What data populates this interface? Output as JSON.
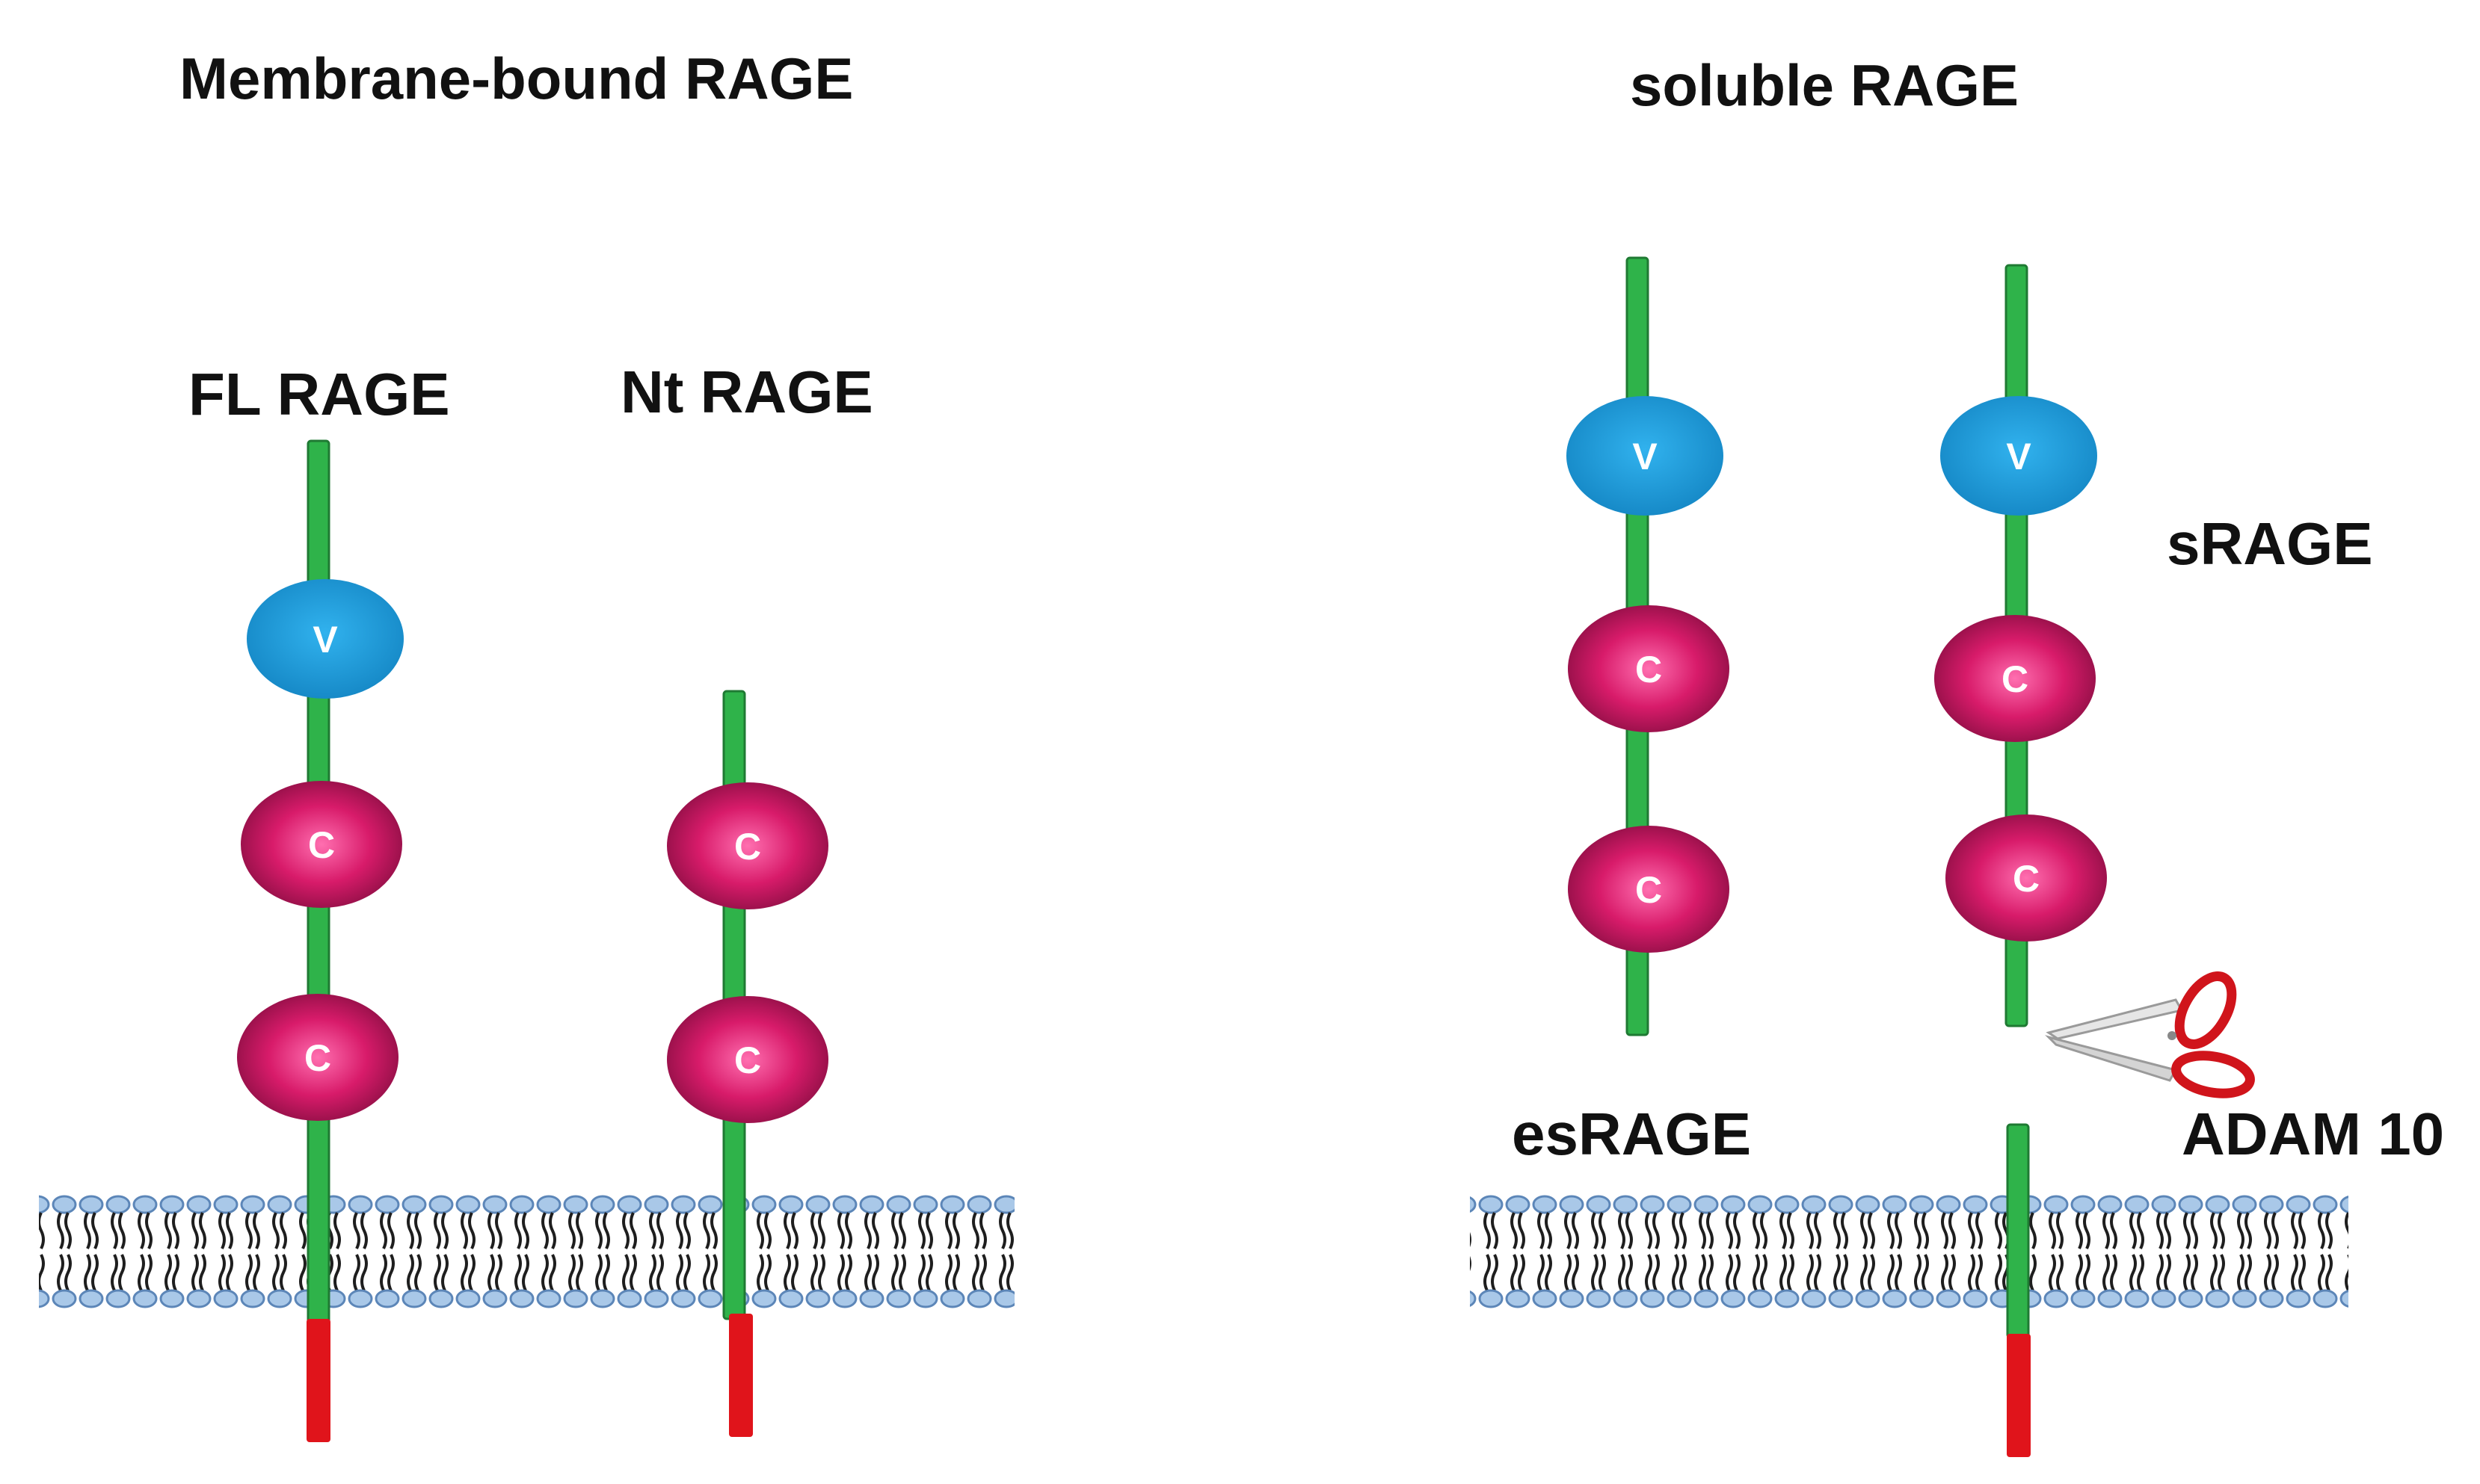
{
  "titles": {
    "membrane_bound": "Membrane-bound RAGE",
    "soluble": "soluble RAGE"
  },
  "labels": {
    "fl_rage": "FL RAGE",
    "nt_rage": "Nt RAGE",
    "srage": "sRAGE",
    "esrage": "esRAGE",
    "adam10": "ADAM 10"
  },
  "domains": {
    "v": "V",
    "c": "C"
  },
  "icons": {
    "scissors": "scissors-icon"
  },
  "colors": {
    "stalk_green": "#2fb34a",
    "cytoplasmic_red": "#e0141b",
    "v_domain_blue": "#1b9ad8",
    "c_domain_magenta": "#c2185b",
    "membrane_head": "#a9c8e8",
    "membrane_tail": "#1e1e1e",
    "scissors_red": "#d0141b"
  }
}
